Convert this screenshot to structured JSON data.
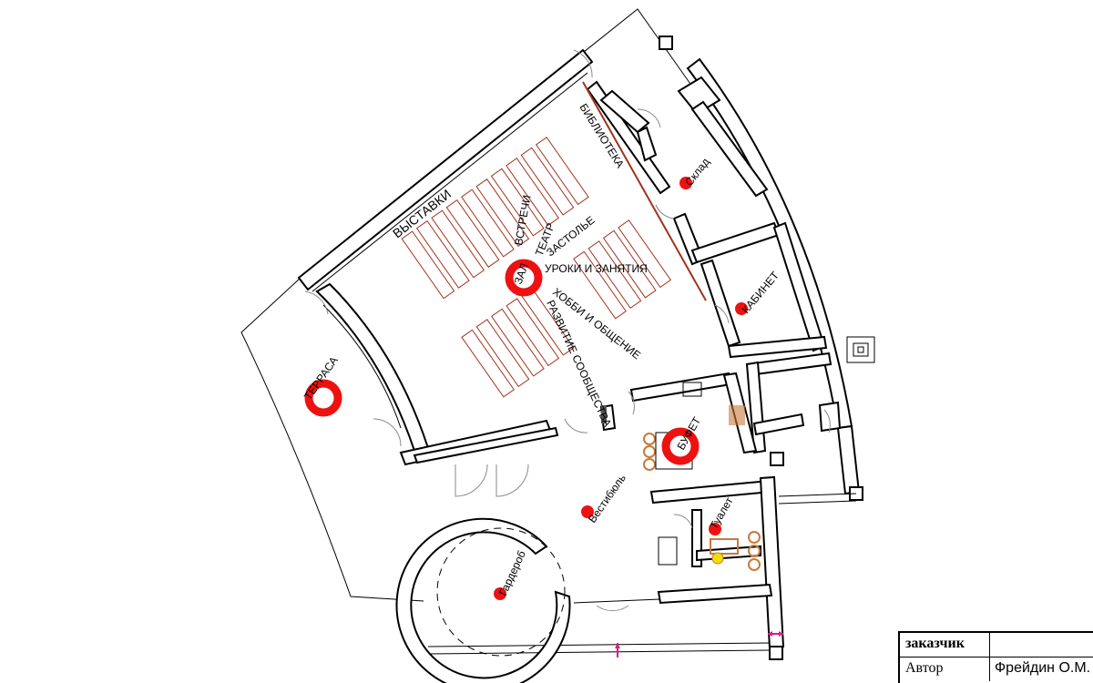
{
  "rooms": {
    "exhibitions": "ВЫСТАВКИ",
    "library": "БИБЛИОТЕКА",
    "storage": "Склад",
    "office": "КАБИНЕТ",
    "terrace": "ТЕРРАСА",
    "hall": "ЗАЛ",
    "buffet": "БУФЕТ",
    "vestibule": "Вестибюль",
    "toilet": "Туалет",
    "cloakroom": "Гардероб"
  },
  "hall_functions": {
    "meetings": "ВСТРЕЧИ",
    "theatre": "ТЕАТР",
    "feast": "ЗАСТОЛЬЕ",
    "lessons": "УРОКИ И ЗАНЯТИЯ",
    "hobby": "ХОББИ И ОБЩЕНИЕ",
    "community": "РАЗВИТИЕ СООБЩЕСТВА"
  },
  "title_block": {
    "client_label": "заказчик",
    "client_value": "",
    "author_label": "Автор",
    "author_value": "Фрейдин О.М."
  },
  "colors": {
    "marker": "#ee1111",
    "seating": "#a0341f",
    "dimension_marker": "#d81b8c"
  }
}
